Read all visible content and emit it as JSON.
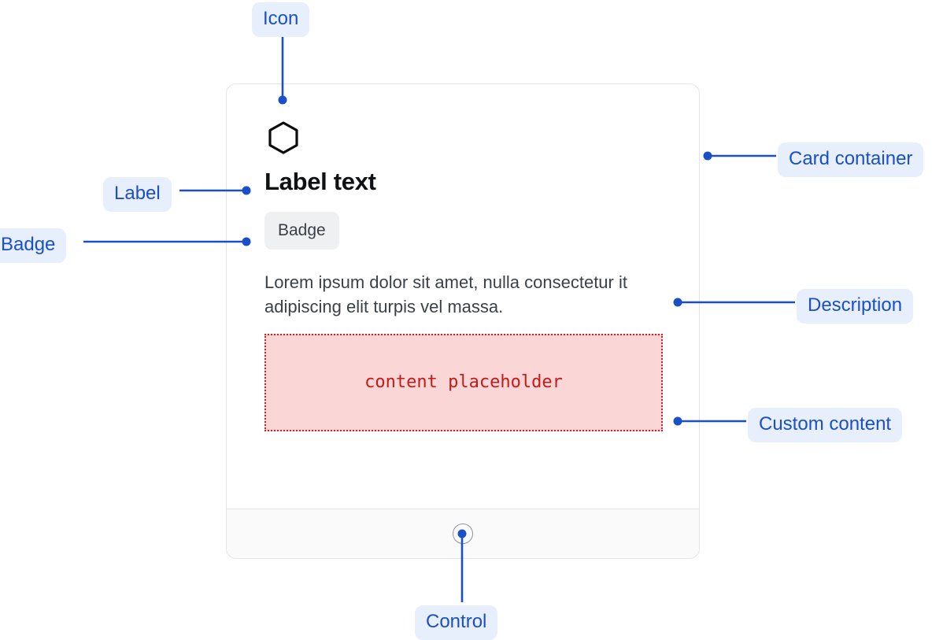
{
  "card": {
    "icon": "hexagon-icon",
    "title": "Label text",
    "badge": "Badge",
    "description": "Lorem ipsum dolor sit amet, nulla consectetur it adipiscing elit turpis vel massa.",
    "custom_content_placeholder": "content placeholder",
    "footer_control": "radio-control"
  },
  "annotations": {
    "icon": "Icon",
    "label": "Label",
    "badge": "Badge",
    "card_container": "Card container",
    "description": "Description",
    "custom_content": "Custom content",
    "control": "Control"
  },
  "colors": {
    "annotation_blue": "#1a4fc8",
    "annotation_pill_bg": "#e8effc",
    "card_border": "#e2e4e8",
    "badge_bg": "#eff0f2",
    "placeholder_border": "#d42020",
    "placeholder_bg": "#fbd6d6",
    "placeholder_text": "#c61a1a",
    "footer_bg": "#fafafa",
    "title_text": "#101114",
    "description_text": "#3b4149"
  }
}
